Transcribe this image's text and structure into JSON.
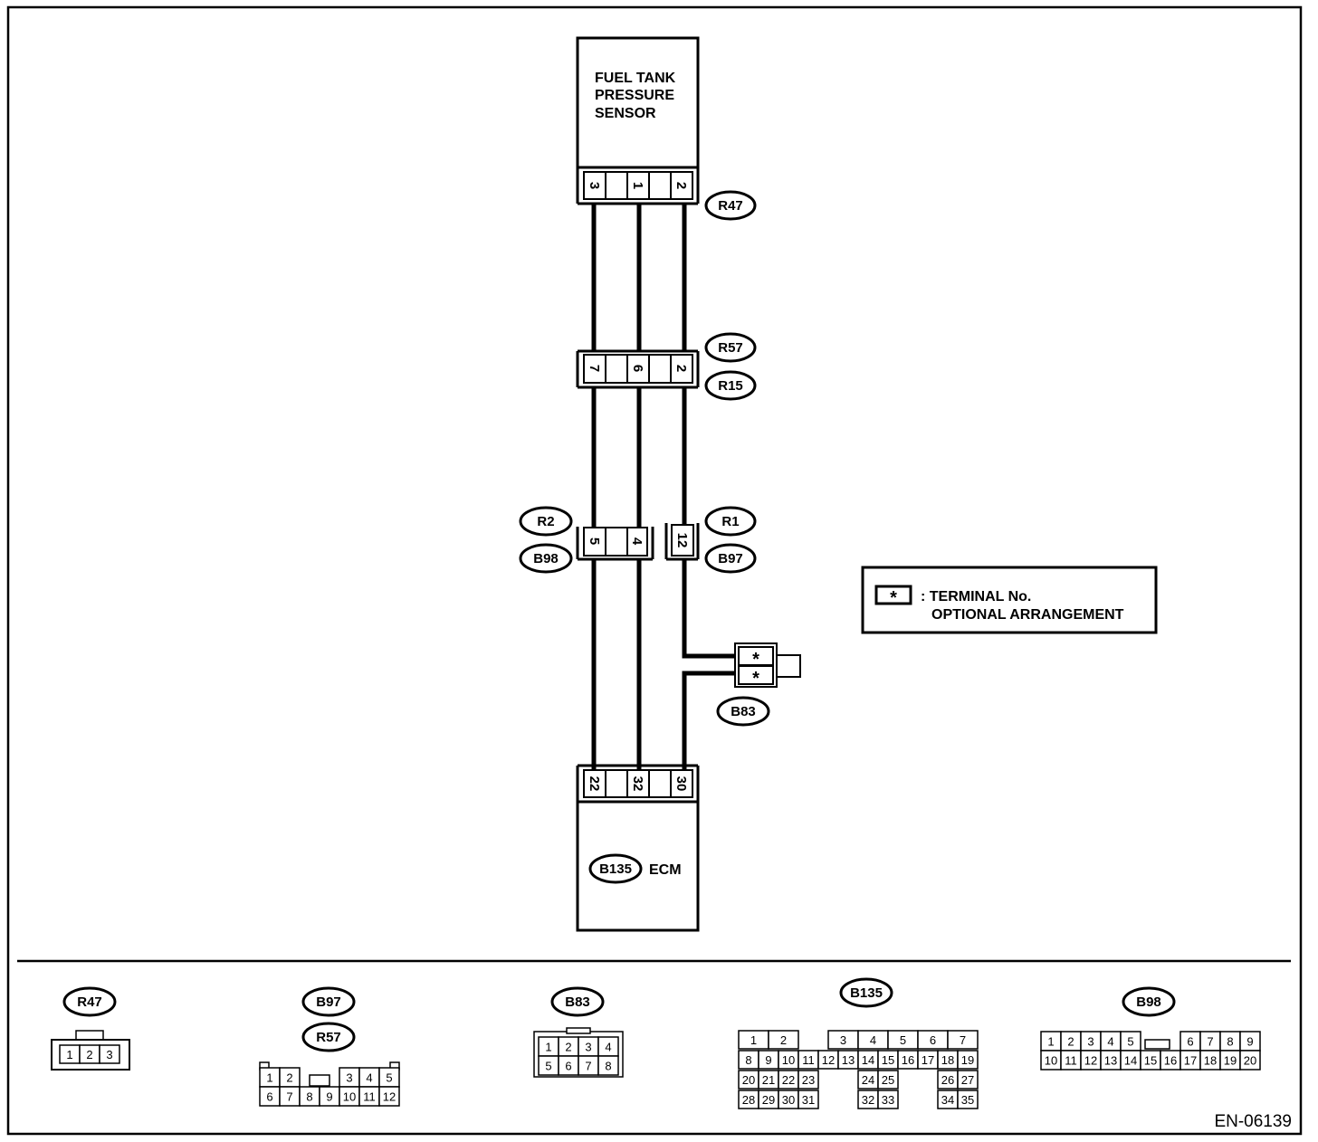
{
  "sensor": {
    "name": [
      "FUEL TANK",
      "PRESSURE",
      "SENSOR"
    ],
    "connector": "R47",
    "pins": [
      "3",
      "1",
      "2"
    ]
  },
  "joint1": {
    "connectors": [
      "R57",
      "R15"
    ],
    "pins": [
      "7",
      "6",
      "2"
    ]
  },
  "joint2": {
    "left_connectors": [
      "R2",
      "B98"
    ],
    "left_pins": [
      "5",
      "4"
    ],
    "right_connectors": [
      "R1",
      "B97"
    ],
    "right_pins": [
      "12"
    ]
  },
  "b83": {
    "connector": "B83",
    "pins": [
      "*",
      "*"
    ]
  },
  "ecm": {
    "connector": "B135",
    "name": "ECM",
    "pins": [
      "22",
      "32",
      "30"
    ]
  },
  "legend": {
    "symbol": "*",
    "line1": ": TERMINAL No.",
    "line2": "OPTIONAL ARRANGEMENT"
  },
  "connector_views": {
    "r47": {
      "label": "R47",
      "row1": [
        "1",
        "2",
        "3"
      ]
    },
    "b97_r57": {
      "labels": [
        "B97",
        "R57"
      ],
      "row1": [
        "1",
        "2",
        "3",
        "4",
        "5"
      ],
      "row2": [
        "6",
        "7",
        "8",
        "9",
        "10",
        "11",
        "12"
      ]
    },
    "b83": {
      "label": "B83",
      "row1": [
        "1",
        "2",
        "3",
        "4"
      ],
      "row2": [
        "5",
        "6",
        "7",
        "8"
      ]
    },
    "b135": {
      "label": "B135",
      "row1": [
        "1",
        "2",
        "3",
        "4",
        "5",
        "6",
        "7"
      ],
      "row2": [
        "8",
        "9",
        "10",
        "11",
        "12",
        "13",
        "14",
        "15",
        "16",
        "17",
        "18",
        "19"
      ],
      "row3": [
        "20",
        "21",
        "22",
        "23",
        "24",
        "25",
        "26",
        "27"
      ],
      "row4": [
        "28",
        "29",
        "30",
        "31",
        "32",
        "33",
        "34",
        "35"
      ]
    },
    "b98": {
      "label": "B98",
      "row1": [
        "1",
        "2",
        "3",
        "4",
        "5",
        "6",
        "7",
        "8",
        "9"
      ],
      "row2": [
        "10",
        "11",
        "12",
        "13",
        "14",
        "15",
        "16",
        "17",
        "18",
        "19",
        "20"
      ]
    }
  },
  "figure_code": "EN-06139"
}
